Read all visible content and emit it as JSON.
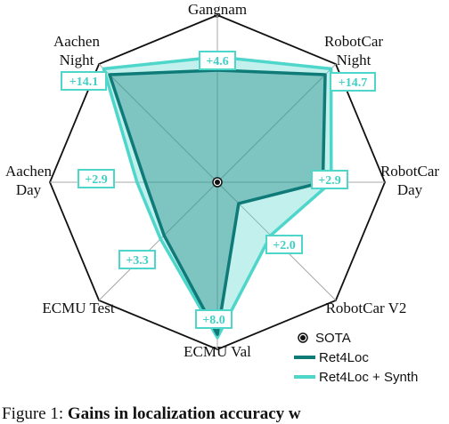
{
  "chart_data": {
    "type": "radar",
    "axes": [
      {
        "label": [
          "Gangnam"
        ],
        "gain": "+4.6"
      },
      {
        "label": [
          "RobotCar",
          "Night"
        ],
        "gain": "+14.7"
      },
      {
        "label": [
          "RobotCar",
          "Day"
        ],
        "gain": "+2.9"
      },
      {
        "label": [
          "RobotCar V2"
        ],
        "gain": "+2.0"
      },
      {
        "label": [
          "ECMU Val"
        ],
        "gain": "+8.0"
      },
      {
        "label": [
          "ECMU Test"
        ],
        "gain": "+3.3"
      },
      {
        "label": [
          "Aachen",
          "Day"
        ],
        "gain": "+2.9"
      },
      {
        "label": [
          "Aachen",
          "Night"
        ],
        "gain": "+14.1"
      }
    ],
    "series": [
      {
        "name": "SOTA",
        "values": [
          0,
          0,
          0,
          0,
          0,
          0,
          0,
          0
        ]
      },
      {
        "name": "Ret4Loc",
        "values": [
          0.67,
          0.91,
          0.63,
          0.18,
          0.91,
          0.45,
          0.43,
          0.91
        ]
      },
      {
        "name": "Ret4Loc + Synth",
        "values": [
          0.75,
          0.96,
          0.68,
          0.45,
          0.93,
          0.48,
          0.48,
          0.96
        ]
      }
    ],
    "colors": {
      "ret4loc": "#0f7b78",
      "synth": "#4fd6cb",
      "grid": "#a8a8a8",
      "frame": "#111111"
    }
  },
  "legend": {
    "items": [
      {
        "name": "SOTA",
        "symbol": "dot"
      },
      {
        "name": "Ret4Loc",
        "symbol": "dark-line"
      },
      {
        "name": "Ret4Loc + Synth",
        "symbol": "light-line"
      }
    ]
  },
  "caption": {
    "prefix": "Figure 1: ",
    "bold": "Gains in localization accuracy w"
  }
}
